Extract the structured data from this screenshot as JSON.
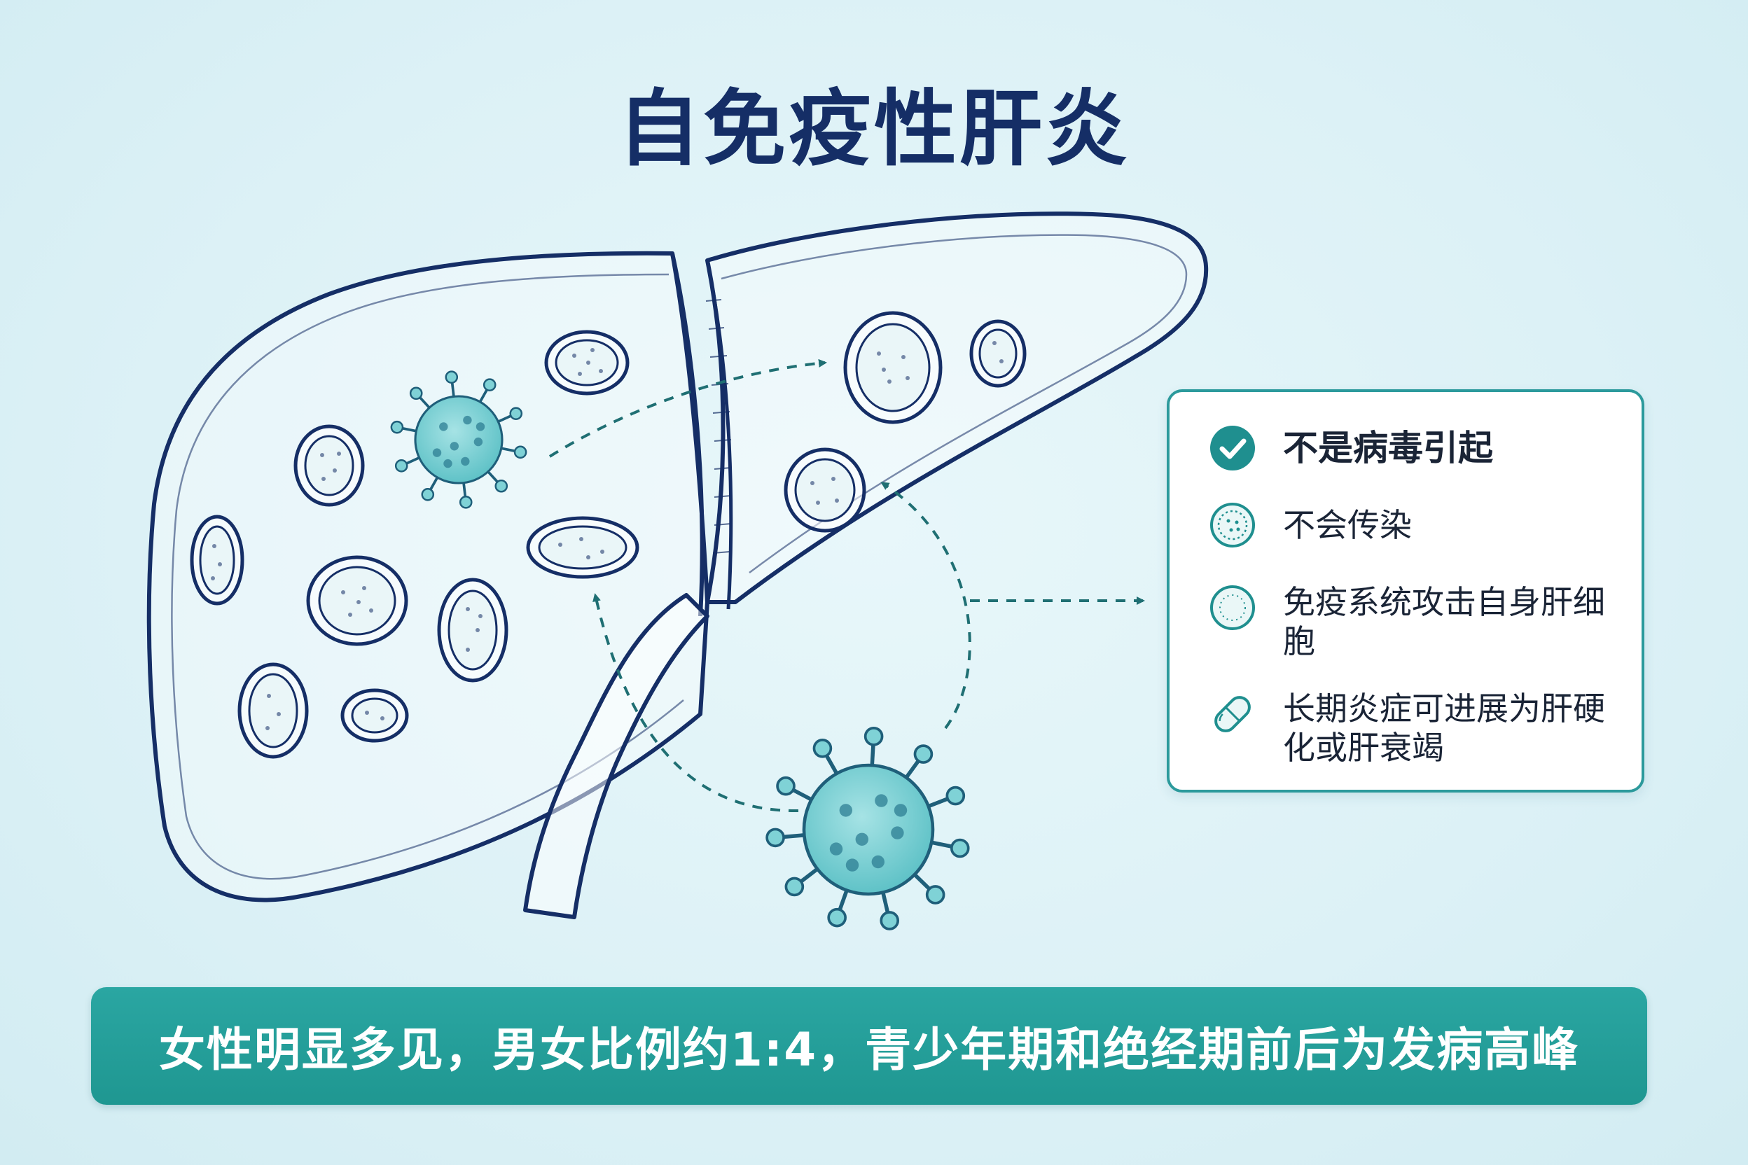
{
  "title": "自免疫性肝炎",
  "info_card": {
    "items": [
      {
        "icon": "check-circle-icon",
        "text": "不是病毒引起"
      },
      {
        "icon": "dotted-cell-icon",
        "text": "不会传染"
      },
      {
        "icon": "cell-outline-icon",
        "text": "免疫系统攻击自身肝细胞"
      },
      {
        "icon": "capsule-icon",
        "text": "长期炎症可进展为肝硬化或肝衰竭"
      }
    ]
  },
  "banner": {
    "text": "女性明显多见，男女比例约1:4，青少年期和绝经期前后为发病高峰"
  },
  "colors": {
    "navy": "#152e66",
    "teal": "#2aa6a2",
    "teal_dark": "#1f6f73",
    "virus": "#7fd2d6",
    "background": "#dcf1f6"
  }
}
